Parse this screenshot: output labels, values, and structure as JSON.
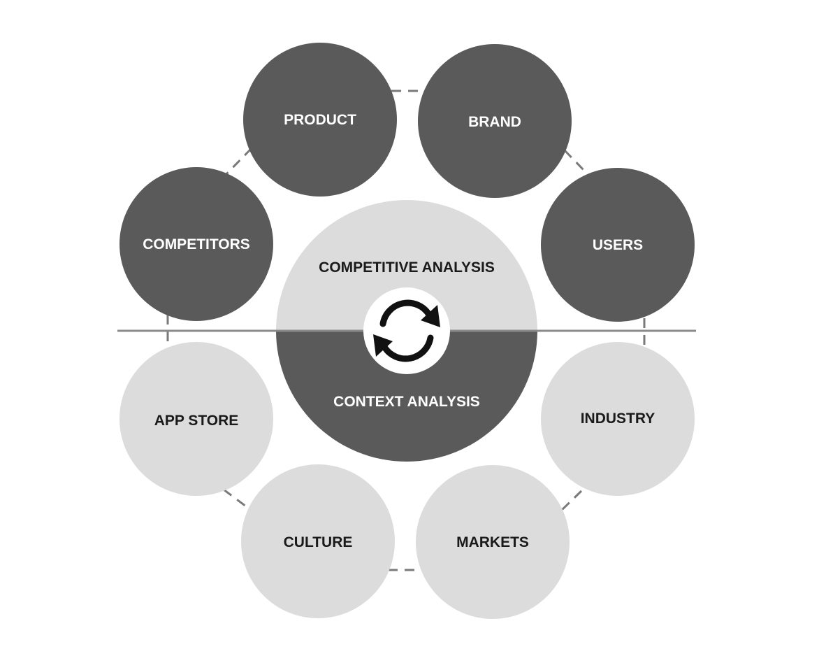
{
  "diagram": {
    "center": {
      "top_label": "COMPETITIVE ANALYSIS",
      "bottom_label": "CONTEXT ANALYSIS",
      "icon": "refresh-cycle-icon"
    },
    "competitive_nodes": {
      "product": "PRODUCT",
      "brand": "BRAND",
      "competitors": "COMPETITORS",
      "users": "USERS"
    },
    "context_nodes": {
      "app_store": "APP STORE",
      "industry": "INDUSTRY",
      "culture": "CULTURE",
      "markets": "MARKETS"
    },
    "colors": {
      "dark": "#5a5a5a",
      "light": "#dcdcdc",
      "dark_text": "#ffffff",
      "light_text": "#1a1a1a",
      "divider": "#8a8a8a",
      "connector": "#7a7a7a",
      "icon": "#111111"
    }
  }
}
